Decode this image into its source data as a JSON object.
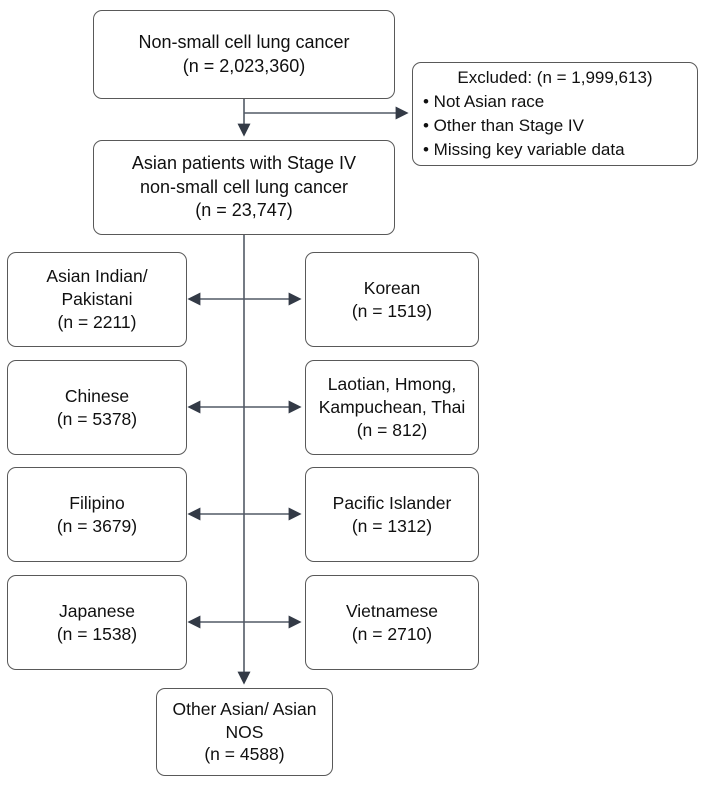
{
  "figure": {
    "type": "flow-diagram",
    "background": "#ffffff",
    "box_border_color": "#595959",
    "line_color": "#525a66",
    "arrow_color": "#333a46",
    "text_color": "#101010"
  },
  "boxes": {
    "total": {
      "label": "Non-small cell lung cancer",
      "count": "(n = 2,023,360)"
    },
    "excluded": {
      "title": "Excluded: (n = 1,999,613)",
      "bullets": [
        "• Not Asian race",
        "• Other than Stage IV",
        "• Missing key variable data"
      ]
    },
    "stage4": {
      "label": "Asian patients with Stage IV non-small cell lung cancer",
      "count": "(n = 23,747)"
    },
    "left_column": [
      {
        "label": "Asian Indian/ Pakistani",
        "count": "(n = 2211)"
      },
      {
        "label": "Chinese",
        "count": "(n = 5378)"
      },
      {
        "label": "Filipino",
        "count": "(n = 3679)"
      },
      {
        "label": "Japanese",
        "count": "(n = 1538)"
      }
    ],
    "right_column": [
      {
        "label": "Korean",
        "count": "(n = 1519)"
      },
      {
        "label": "Laotian, Hmong, Kampuchean, Thai",
        "count": "(n = 812)"
      },
      {
        "label": "Pacific Islander",
        "count": "(n = 1312)"
      },
      {
        "label": "Vietnamese",
        "count": "(n = 2710)"
      }
    ],
    "other": {
      "label": "Other Asian/ Asian NOS",
      "count": "(n = 4588)"
    }
  }
}
